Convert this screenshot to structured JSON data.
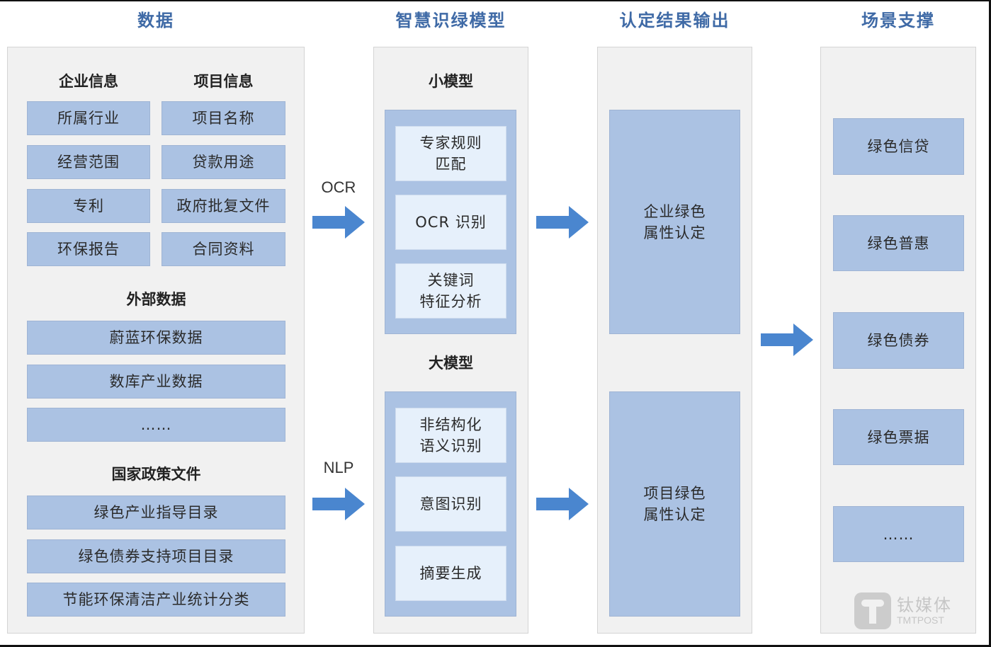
{
  "columns": {
    "data": {
      "title": "数据",
      "enterprise_info": {
        "heading": "企业信息",
        "items": [
          "所属行业",
          "经营范围",
          "专利",
          "环保报告"
        ]
      },
      "project_info": {
        "heading": "项目信息",
        "items": [
          "项目名称",
          "贷款用途",
          "政府批复文件",
          "合同资料"
        ]
      },
      "external_data": {
        "heading": "外部数据",
        "items": [
          "蔚蓝环保数据",
          "数库产业数据",
          "……"
        ]
      },
      "national_policy": {
        "heading": "国家政策文件",
        "items": [
          "绿色产业指导目录",
          "绿色债券支持项目目录",
          "节能环保清洁产业统计分类"
        ]
      }
    },
    "model": {
      "title": "智慧识绿模型",
      "small_model": {
        "heading": "小模型",
        "items": [
          "专家规则\n匹配",
          "OCR 识别",
          "关键词\n特征分析"
        ]
      },
      "large_model": {
        "heading": "大模型",
        "items": [
          "非结构化\n语义识别",
          "意图识别",
          "摘要生成"
        ]
      }
    },
    "output": {
      "title": "认定结果输出",
      "items": [
        "企业绿色\n属性认定",
        "项目绿色\n属性认定"
      ]
    },
    "scenarios": {
      "title": "场景支撑",
      "items": [
        "绿色信贷",
        "绿色普惠",
        "绿色债券",
        "绿色票据",
        "……"
      ]
    }
  },
  "arrows": {
    "ocr_label": "OCR",
    "nlp_label": "NLP"
  },
  "watermark": {
    "brand_cn": "钛媒体",
    "brand_en": "TMTPOST"
  },
  "colors": {
    "title": "#3f6aa6",
    "box_fill": "#abc2e3",
    "model_item_fill": "#e6f0fb",
    "panel_fill": "#f1f1f1",
    "arrow": "#4a86cf"
  }
}
